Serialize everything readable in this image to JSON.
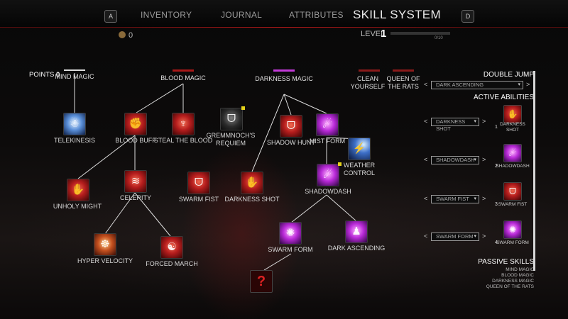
{
  "nav": {
    "left_key": "A",
    "right_key": "D",
    "tabs": [
      "INVENTORY",
      "JOURNAL",
      "ATTRIBUTES",
      "SKILL SYSTEM"
    ],
    "active_tab": "SKILL SYSTEM"
  },
  "currency": {
    "icon": "coin-icon",
    "count": "0"
  },
  "level": {
    "label": "LEVEL",
    "value": "1",
    "xp_text": "0/10",
    "xp_progress": 0
  },
  "points": {
    "label": "POINTS",
    "value": "0"
  },
  "categories": {
    "mind_magic": "MIND MAGIC",
    "blood_magic": "BLOOD MAGIC",
    "darkness_magic": "DARKNESS MAGIC",
    "clean_yourself": "CLEAN YOURSELF",
    "queen_of_the_rats": "QUEEN OF THE RATS"
  },
  "skills": {
    "telekinesis": "TELEKINESIS",
    "blood_buff": "BLOOD BUFF",
    "steal_the_blood": "STEAL THE BLOOD",
    "gremmnochs_requiem": "GREMMNOCH'S REQUIEM",
    "shadow_hunt": "SHADOW HUNT",
    "mist_form": "MIST FORM",
    "weather_control": "WEATHER CONTROL",
    "unholy_might": "UNHOLY MIGHT",
    "celerity": "CELERITY",
    "swarm_fist": "SWARM FIST",
    "darkness_shot": "DARKNESS SHOT",
    "shadowdash": "SHADOWDASH",
    "hyper_velocity": "HYPER VELOCITY",
    "forced_march": "FORCED MARCH",
    "swarm_form": "SWARM FORM",
    "dark_ascending": "DARK ASCENDING",
    "locked_glyph": "?"
  },
  "right_panel": {
    "double_jump": {
      "title": "DOUBLE JUMP",
      "selected": "DARK ASCENDING"
    },
    "active_abilities": {
      "title": "ACTIVE ABILITIES",
      "slots": [
        {
          "number": "1",
          "selected": "DARKNESS SHOT",
          "label": "DARKNESS SHOT"
        },
        {
          "number": "2",
          "selected": "SHADOWDASH",
          "label": "SHADOWDASH"
        },
        {
          "number": "3",
          "selected": "SWARM FIST",
          "label": "SWARM FIST"
        },
        {
          "number": "4",
          "selected": "SWARM FORM",
          "label": "SWARM FORM"
        }
      ]
    },
    "passive_skills": {
      "title": "PASSIVE SKILLS",
      "items": [
        "MIND MAGIC",
        "BLOOD MAGIC",
        "DARKNESS MAGIC",
        "QUEEN OF THE RATS"
      ]
    }
  },
  "colors": {
    "accent_red": "#b01818",
    "new_marker": "#e5d21a"
  }
}
